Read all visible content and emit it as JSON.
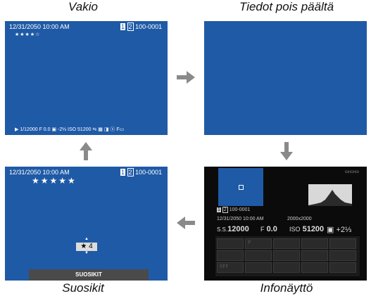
{
  "captions": {
    "top_left": "Vakio",
    "top_right": "Tiedot pois päältä",
    "bottom_left": "Suosikit",
    "bottom_right": "Infonäyttö"
  },
  "standard": {
    "datetime": "12/31/2050 10:00 AM",
    "slot": "1",
    "slot2": "2",
    "frame": "100-0001",
    "stars": "★★★★☆",
    "bottom_bar": "▶ 1/12000  F 0.0  ▣ -2⅓  ISO 51200  ⇆ ▦ ◨ ⓢ F▭"
  },
  "favorites": {
    "datetime": "12/31/2050 10:00 AM",
    "slot": "1",
    "slot2": "2",
    "frame": "100-0001",
    "stars": "★★★★★",
    "rating_value": "★ 4",
    "button": "SUOSIKIT"
  },
  "info": {
    "battery": "▭▭▭",
    "frame": "100-0001",
    "slot": "1",
    "slot2": "2",
    "datetime": "12/31/2050 10:00 AM",
    "size": "2000x2000",
    "shutter_prefix": "S.S.",
    "shutter": "12000",
    "aperture_prefix": "F",
    "aperture": "0.0",
    "iso_prefix": "ISO",
    "iso": "51200",
    "ev": "▣ +2⅓",
    "grid": [
      "",
      "P",
      "",
      "",
      "",
      "",
      "",
      "",
      "",
      "",
      "OFF",
      "",
      "",
      "",
      "",
      "",
      ""
    ]
  }
}
